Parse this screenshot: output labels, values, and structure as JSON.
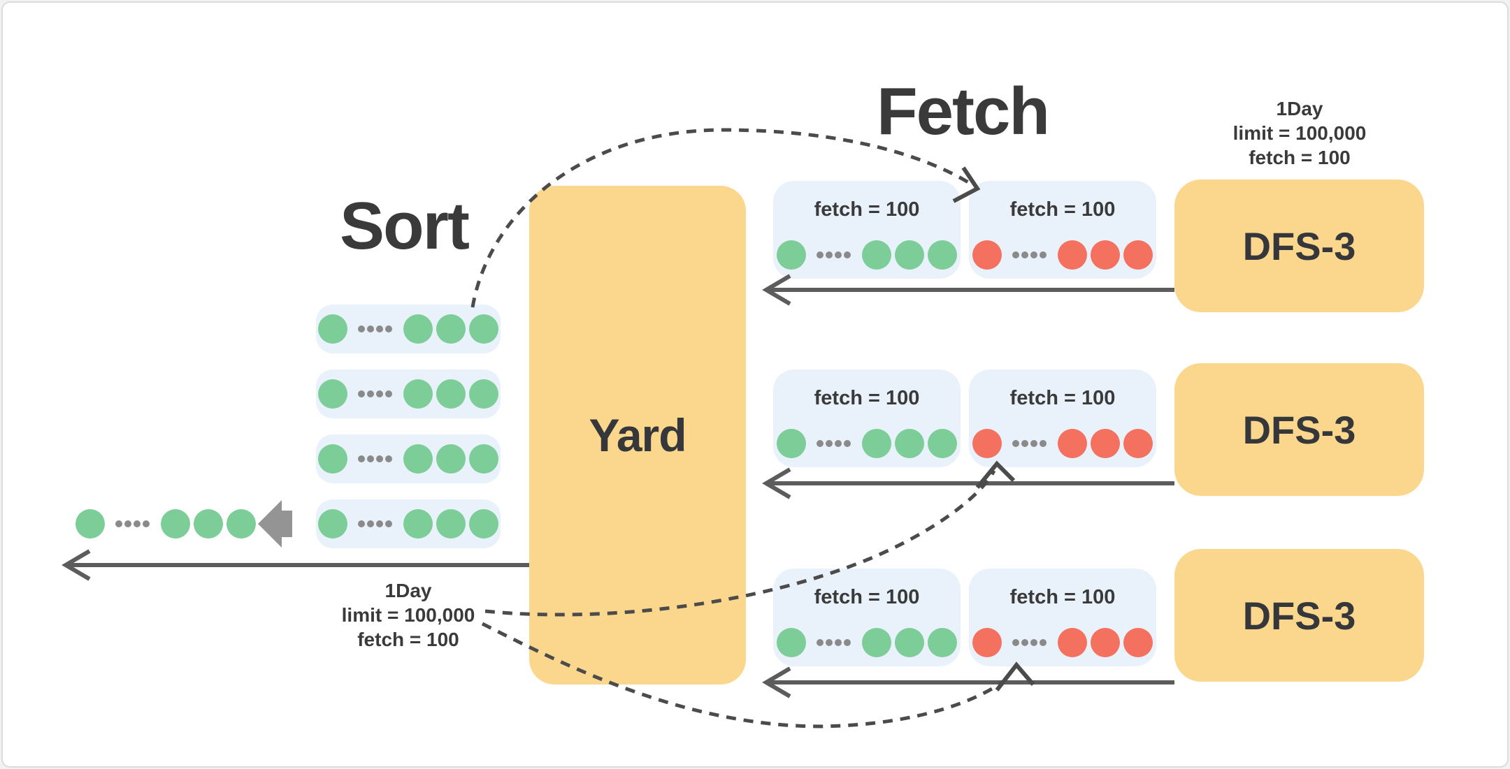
{
  "colors": {
    "yellow": "#FAD78C",
    "blue": "#E9F1FB",
    "green": "#7CCD97",
    "red": "#F4705F",
    "dark": "#3A3A3A",
    "arrow": "#5C5C5C",
    "dash": "#4B4B4B",
    "smalldot": "#8A8A8A",
    "blockarrow": "#949494",
    "border": "#DCDCDC"
  },
  "titles": {
    "sort": "Sort",
    "fetch": "Fetch"
  },
  "yard": {
    "label": "Yard"
  },
  "dfs": {
    "label": "DFS-3",
    "count": 3
  },
  "fetch_pipeline": {
    "box_label": "fetch = 100",
    "rows": 3,
    "buffers_per_row": [
      "green",
      "red"
    ]
  },
  "sort_stack": {
    "rows": 4,
    "dot_color": "green"
  },
  "output_row": {
    "dot_color": "green"
  },
  "dot_pattern": {
    "leading_big": 1,
    "small_dots": 4,
    "trailing_big": 3
  },
  "config_top_right": {
    "lines": [
      "1Day",
      "limit = 100,000",
      "fetch = 100"
    ]
  },
  "config_bottom_left": {
    "lines": [
      "1Day",
      "limit = 100,000",
      "fetch = 100"
    ]
  }
}
